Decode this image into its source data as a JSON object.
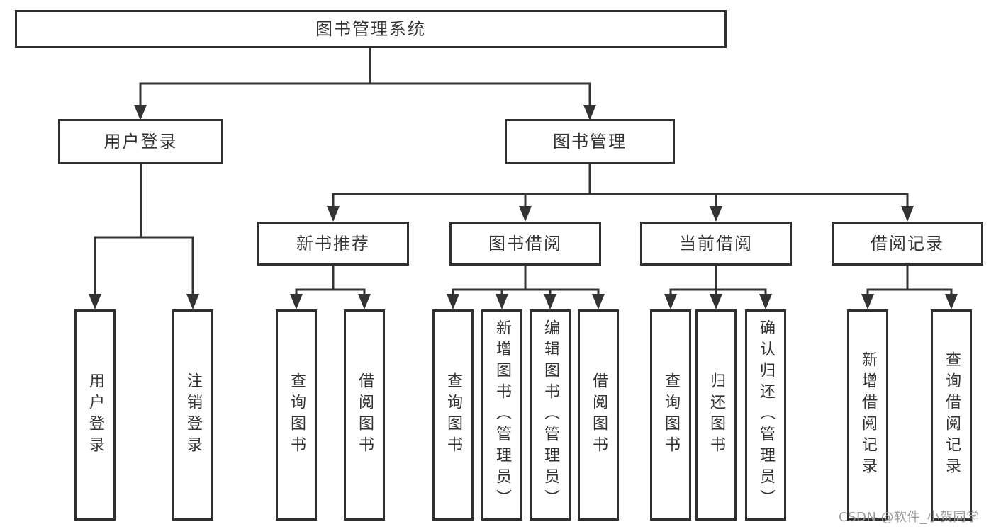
{
  "diagram_title": "图书管理系统",
  "tree": {
    "root": {
      "label": "图书管理系统"
    },
    "children": [
      {
        "label": "用户登录",
        "children": [
          {
            "label": "用户登录"
          },
          {
            "label": "注销登录"
          }
        ]
      },
      {
        "label": "图书管理",
        "children": [
          {
            "label": "新书推荐",
            "children": [
              {
                "label": "查询图书"
              },
              {
                "label": "借阅图书"
              }
            ]
          },
          {
            "label": "图书借阅",
            "children": [
              {
                "label": "查询图书"
              },
              {
                "label": "新增图书（管理员）"
              },
              {
                "label": "编辑图书（管理员）"
              },
              {
                "label": "借阅图书"
              }
            ]
          },
          {
            "label": "当前借阅",
            "children": [
              {
                "label": "查询图书"
              },
              {
                "label": "归还图书"
              },
              {
                "label": "确认归还（管理员）"
              }
            ]
          },
          {
            "label": "借阅记录",
            "children": [
              {
                "label": "新增借阅记录"
              },
              {
                "label": "查询借阅记录"
              }
            ]
          }
        ]
      }
    ]
  },
  "watermark": {
    "text": "CSDN @软件_小贺同学"
  },
  "colors": {
    "line": "#333333",
    "box_border": "#2f2f2f",
    "text": "#333333",
    "background": "#ffffff",
    "watermark": "#9b9b9b"
  }
}
